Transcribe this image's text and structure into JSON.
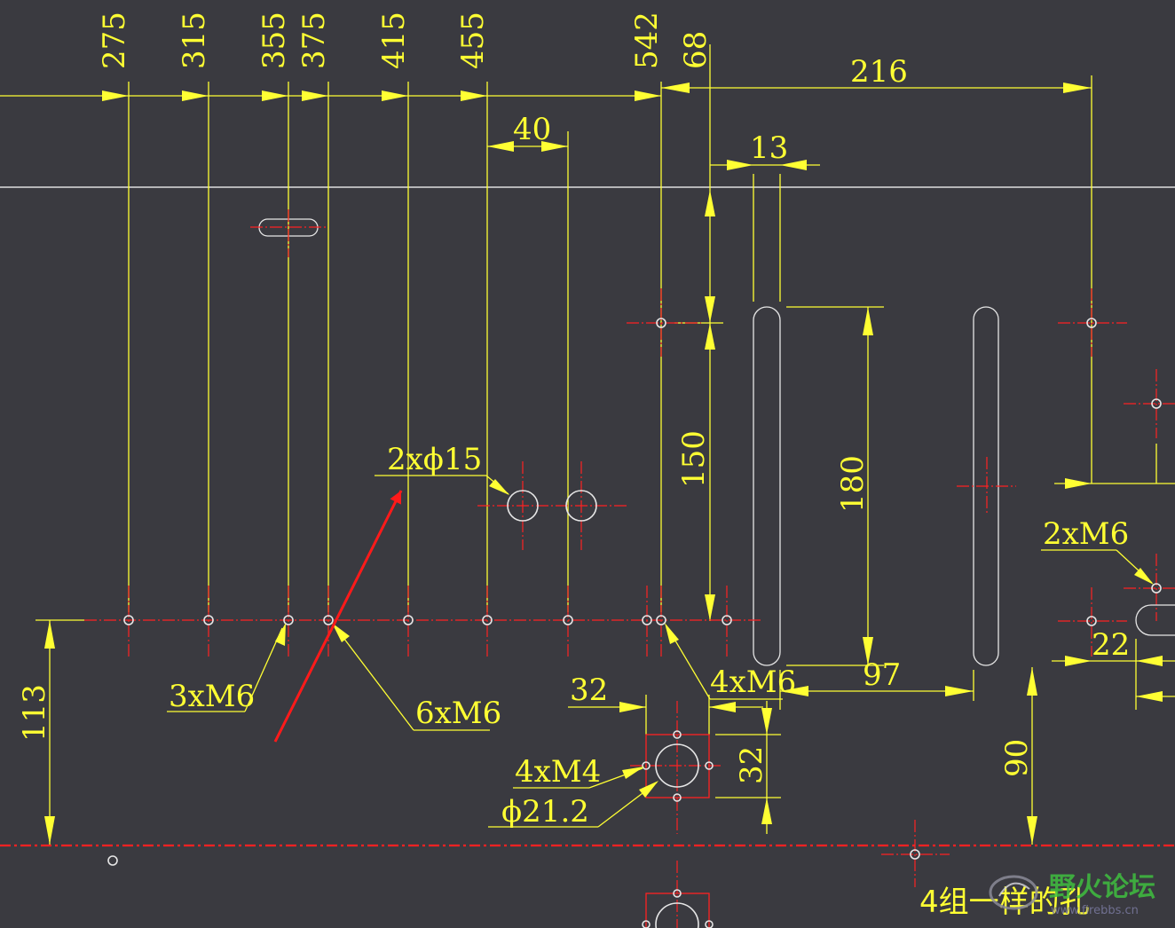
{
  "drawing": {
    "top_dims": [
      "275",
      "315",
      "355",
      "375",
      "415",
      "455",
      "542"
    ],
    "dims": {
      "d68": "68",
      "d216": "216",
      "d40": "40",
      "d13": "13",
      "d150": "150",
      "d180": "180",
      "d97": "97",
      "d22": "22",
      "d32a": "32",
      "d32b": "32",
      "d113": "113",
      "d90": "90"
    },
    "callouts": {
      "phi15": "2xϕ15",
      "m6_3": "3xM6",
      "m6_6": "6xM6",
      "m6_4": "4xM6",
      "m6_2": "2xM6",
      "m4_4": "4xM4",
      "phi212": "ϕ21.2"
    },
    "note": "4组一样的孔",
    "watermark": {
      "cn": "野火论坛",
      "url": "www.firebbs.cn"
    },
    "colors": {
      "background": "#3a3a40",
      "dimension": "#ffff33",
      "centerline": "#ff2222",
      "part": "#e6e6e6",
      "annotation_arrow": "#ff1a1a"
    }
  }
}
